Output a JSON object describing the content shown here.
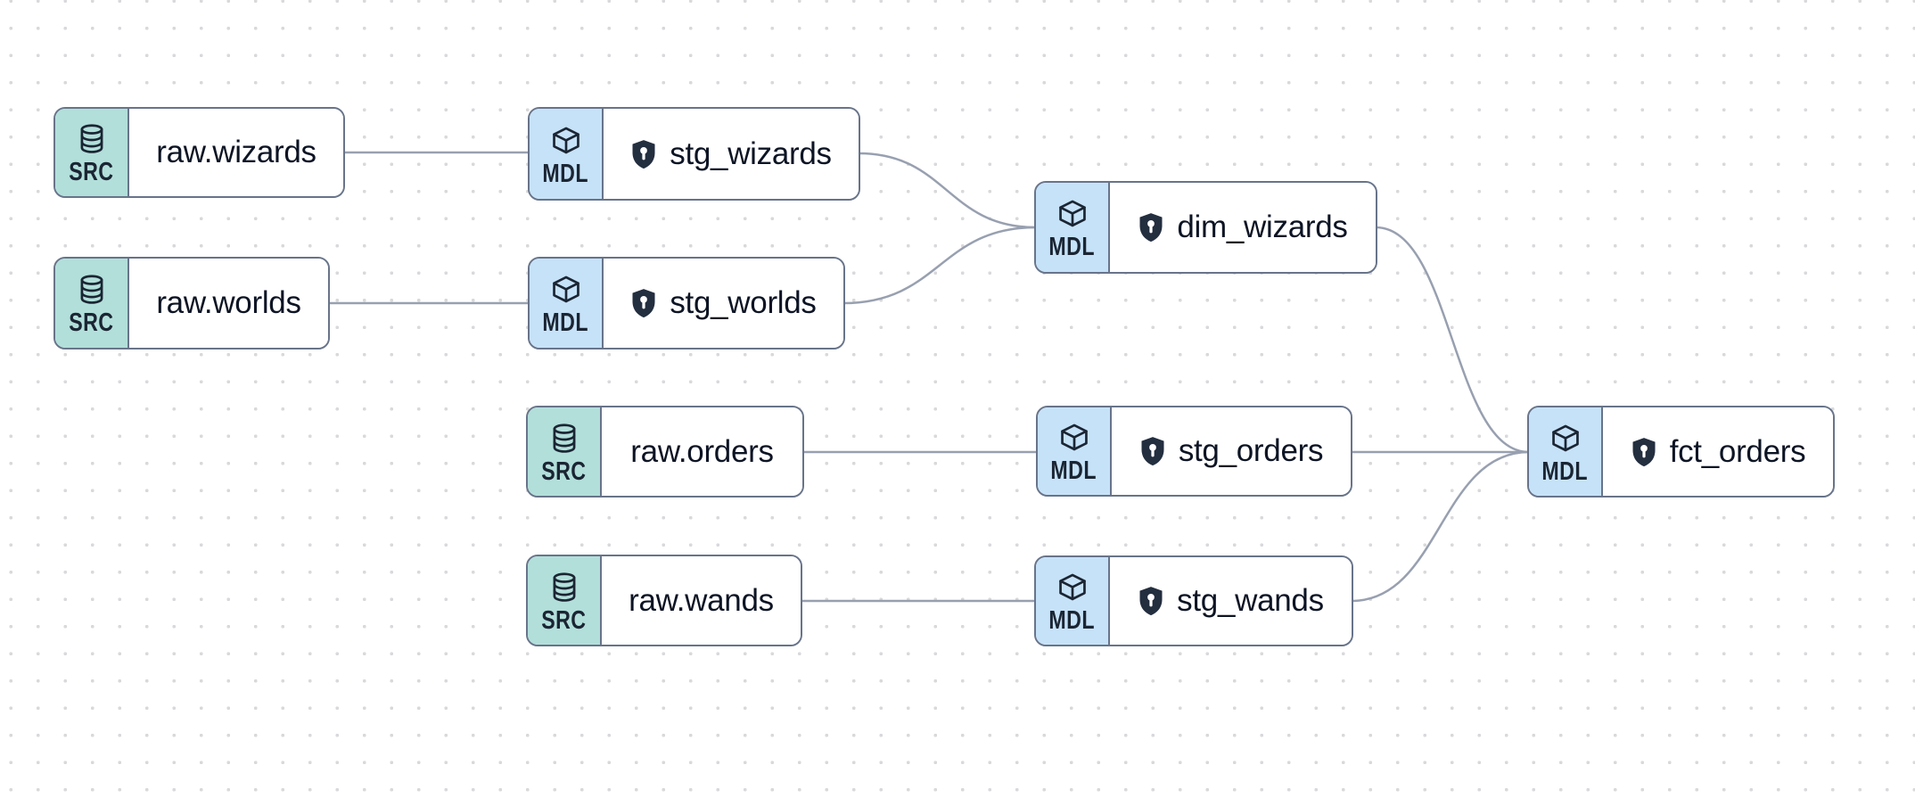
{
  "canvas": {
    "background": "#ffffff",
    "dot_color": "#d9d9dc"
  },
  "colors": {
    "node_border": "#68748a",
    "edge_line": "#98a0b0",
    "source_badge_bg": "#b2dfda",
    "model_badge_bg": "#c6e2f8",
    "node_text": "#0d1424",
    "icon_ink": "#1b2533",
    "shield_fill": "#232e3f"
  },
  "badges": {
    "source": "SRC",
    "model": "MDL"
  },
  "nodes": {
    "raw_wizards": {
      "label": "raw.wizards",
      "badge": "SRC",
      "type": "source",
      "icon": "database-icon"
    },
    "raw_worlds": {
      "label": "raw.worlds",
      "badge": "SRC",
      "type": "source",
      "icon": "database-icon"
    },
    "raw_orders": {
      "label": "raw.orders",
      "badge": "SRC",
      "type": "source",
      "icon": "database-icon"
    },
    "raw_wands": {
      "label": "raw.wands",
      "badge": "SRC",
      "type": "source",
      "icon": "database-icon"
    },
    "stg_wizards": {
      "label": "stg_wizards",
      "badge": "MDL",
      "type": "model",
      "icon": "cube-icon",
      "shield": true
    },
    "stg_worlds": {
      "label": "stg_worlds",
      "badge": "MDL",
      "type": "model",
      "icon": "cube-icon",
      "shield": true
    },
    "stg_orders": {
      "label": "stg_orders",
      "badge": "MDL",
      "type": "model",
      "icon": "cube-icon",
      "shield": true
    },
    "stg_wands": {
      "label": "stg_wands",
      "badge": "MDL",
      "type": "model",
      "icon": "cube-icon",
      "shield": true
    },
    "dim_wizards": {
      "label": "dim_wizards",
      "badge": "MDL",
      "type": "model",
      "icon": "cube-icon",
      "shield": true
    },
    "fct_orders": {
      "label": "fct_orders",
      "badge": "MDL",
      "type": "model",
      "icon": "cube-icon",
      "shield": true
    }
  },
  "edges": [
    {
      "from": "raw.wizards",
      "to": "stg_wizards"
    },
    {
      "from": "raw.worlds",
      "to": "stg_worlds"
    },
    {
      "from": "raw.orders",
      "to": "stg_orders"
    },
    {
      "from": "raw.wands",
      "to": "stg_wands"
    },
    {
      "from": "stg_wizards",
      "to": "dim_wizards"
    },
    {
      "from": "stg_worlds",
      "to": "dim_wizards"
    },
    {
      "from": "stg_orders",
      "to": "fct_orders"
    },
    {
      "from": "stg_wands",
      "to": "fct_orders"
    },
    {
      "from": "dim_wizards",
      "to": "fct_orders"
    }
  ]
}
